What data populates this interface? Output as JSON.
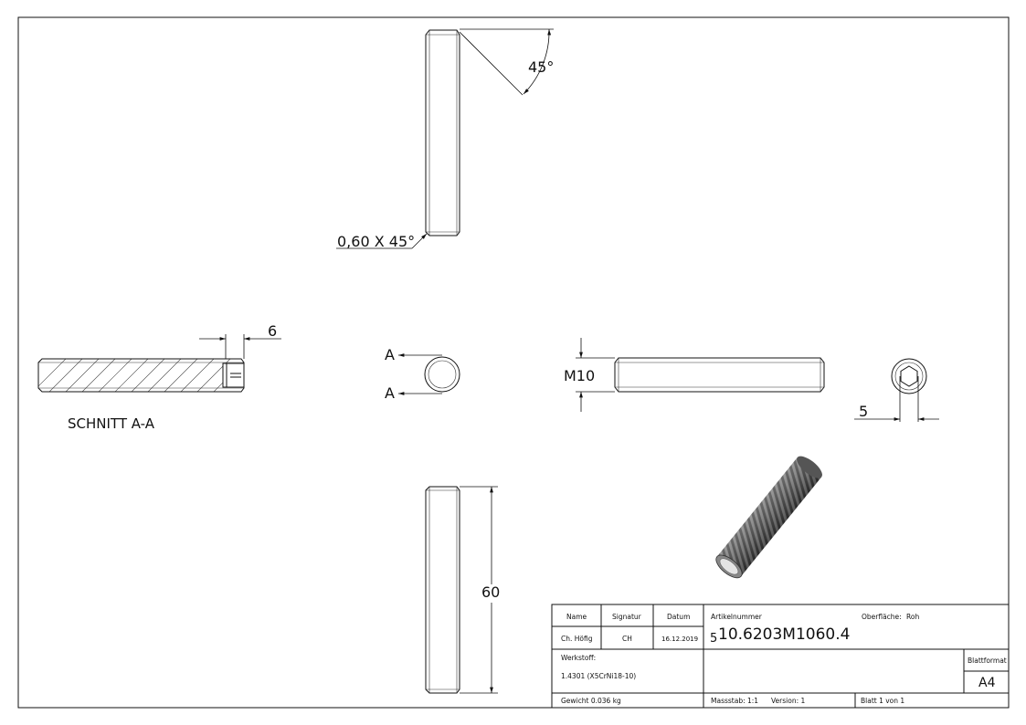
{
  "dimensions": {
    "chamfer_angle": "45°",
    "chamfer_callout": "0,60 X 45°",
    "section_depth": "6",
    "thread_size": "M10",
    "hex_size": "5",
    "length": "60"
  },
  "section": {
    "label": "SCHNITT A-A",
    "marker_top": "A",
    "marker_bottom": "A"
  },
  "title_block": {
    "headers": {
      "name": "Name",
      "signature": "Signatur",
      "date": "Datum"
    },
    "name": "Ch. Höfig",
    "signature": "CH",
    "date": "16.12.2019",
    "article_label": "Artikelnummer",
    "article_prefix": "5",
    "article_number": "10.6203M1060.4",
    "surface_label": "Oberfläche:",
    "surface_value": "Roh",
    "material_label": "Werkstoff:",
    "material_value": "1.4301 (X5CrNi18-10)",
    "sheet_format_label": "Blattformat",
    "sheet_format_value": "A4",
    "weight": "Gewicht 0.036 kg",
    "scale": "Massstab: 1:1",
    "version": "Version: 1",
    "sheet": "Blatt 1 von 1"
  }
}
